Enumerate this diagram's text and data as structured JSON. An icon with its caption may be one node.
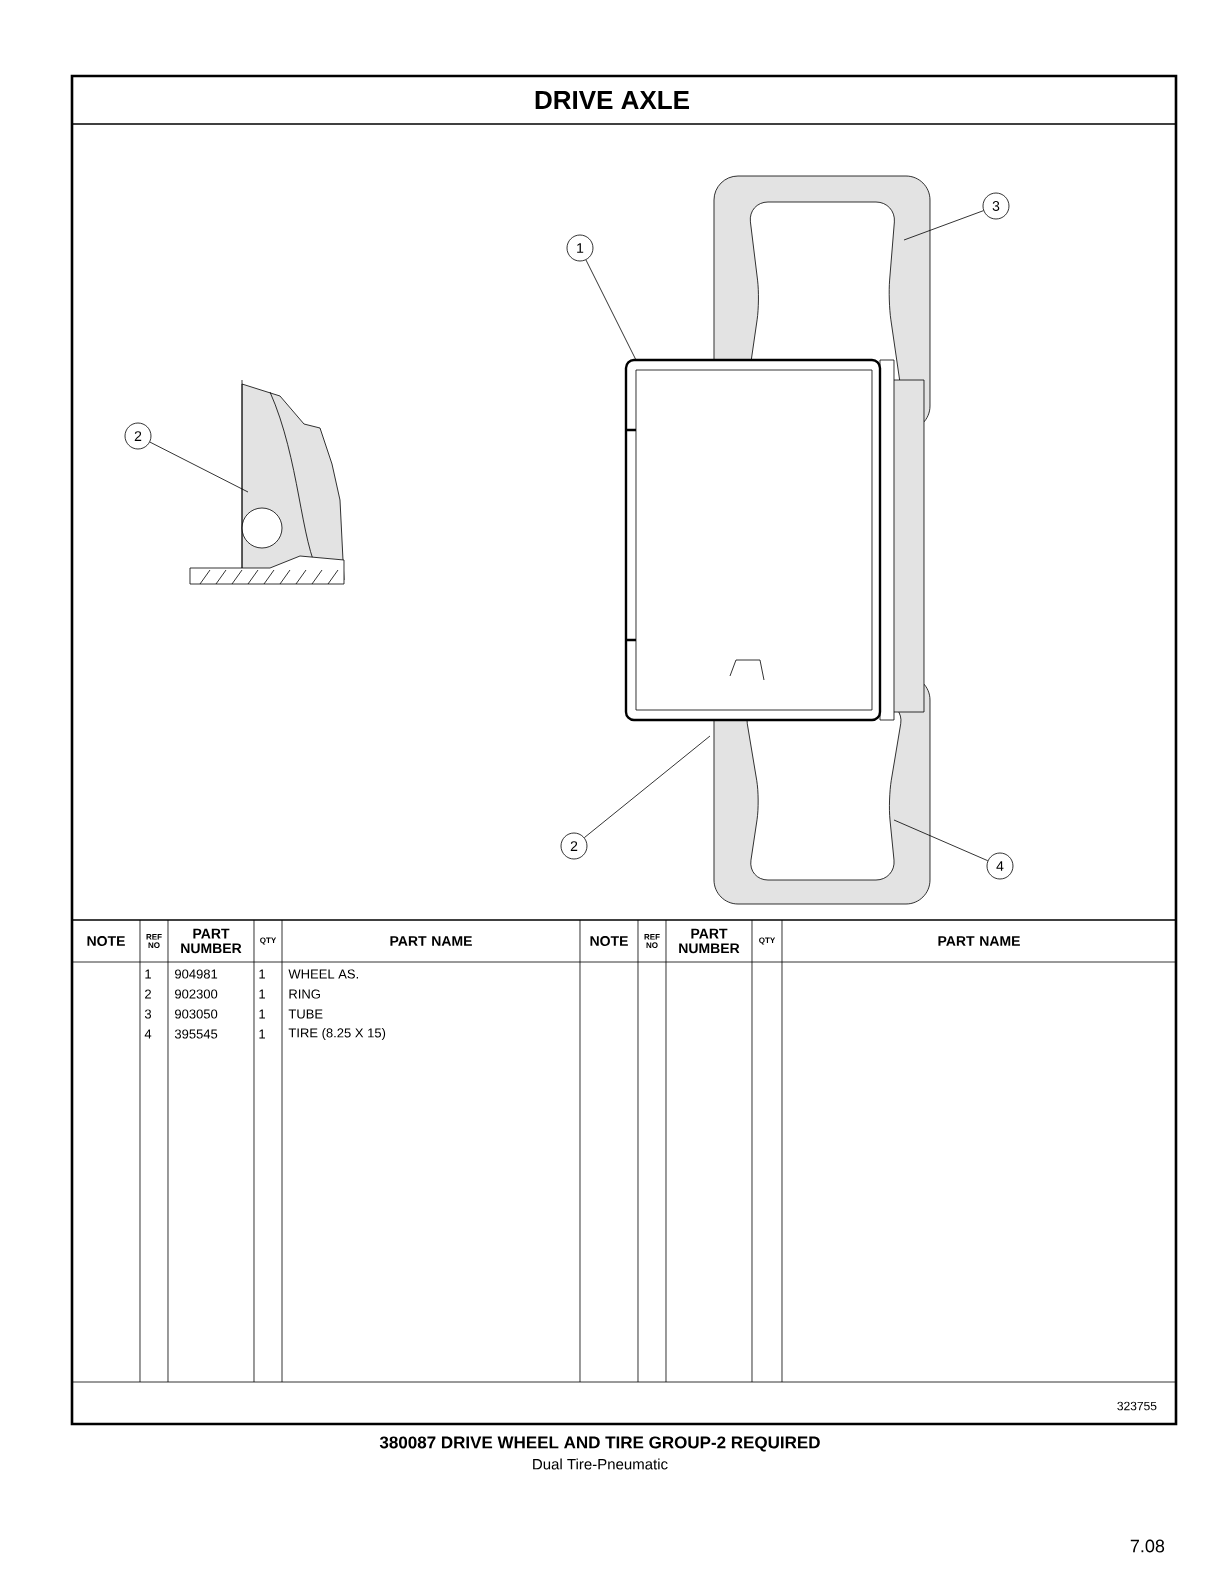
{
  "diagram": {
    "title": "DRIVE AXLE",
    "caption": "380087 DRIVE WHEEL AND TIRE GROUP-2 REQUIRED",
    "nodes": [
      {
        "text": [
          "2"
        ]
      },
      {
        "text": [
          "1"
        ]
      },
      {
        "text": [
          "3"
        ]
      },
      {
        "text": [
          "2"
        ]
      },
      {
        "text": [
          "4"
        ]
      }
    ],
    "edges": [
      {
        "from": 0,
        "to": null,
        "arrow": "none"
      },
      {
        "from": 1,
        "to": null,
        "arrow": "none"
      },
      {
        "from": 2,
        "to": null,
        "arrow": "none"
      },
      {
        "from": 3,
        "to": null,
        "arrow": "none"
      },
      {
        "from": 4,
        "to": null,
        "arrow": "none"
      }
    ],
    "labels": [
      "NOTE",
      "REF NO",
      "PART NUMBER",
      "QTY",
      "PART NAME",
      "NOTE",
      "REF NO",
      "PART NUMBER",
      "QTY",
      "PART NAME",
      "1",
      "904981",
      "1",
      "WHEEL AS.",
      "2",
      "902300",
      "1",
      "RING",
      "3",
      "903050",
      "1",
      "TUBE",
      "4",
      "395545",
      "1",
      "TIRE (8.25 X 15)",
      "323755",
      "Dual Tire-Pneumatic",
      "7.08"
    ]
  }
}
